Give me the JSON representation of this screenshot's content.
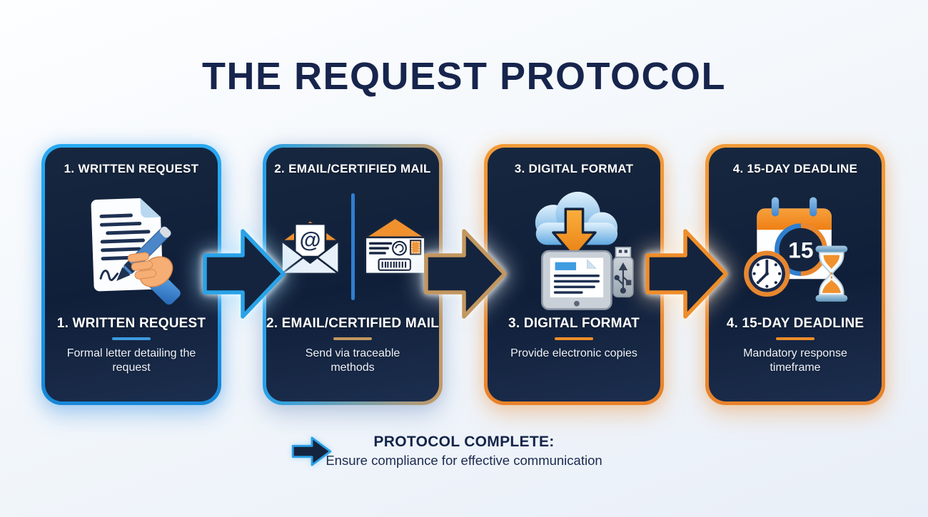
{
  "title": "THE REQUEST PROTOCOL",
  "steps": [
    {
      "header": "1. WRITTEN REQUEST",
      "description": "Formal letter detailing the request",
      "icon": "document-signing-icon",
      "border_color": "#1e9ce8",
      "accent_color": "#3e9ae0"
    },
    {
      "header": "2. EMAIL/CERTIFIED MAIL",
      "description": "Send via traceable methods",
      "icon": "email-and-certified-mail-icon",
      "at_symbol": "@",
      "border_color": "#25a0ea → #c59a66",
      "accent_color": "#c2975f"
    },
    {
      "header": "3. DIGITAL FORMAT",
      "description": "Provide electronic copies",
      "icon": "cloud-download-tablet-usb-icon",
      "border_color": "#ef8d2a",
      "accent_color": "#ef8d2a"
    },
    {
      "header": "4. 15-DAY DEADLINE",
      "description": "Mandatory response timeframe",
      "icon": "calendar-clock-hourglass-icon",
      "calendar_day": "15",
      "border_color": "#ef8d2a",
      "accent_color": "#ef8d2a"
    }
  ],
  "flow_arrows": [
    {
      "icon": "flow-arrow-right-icon",
      "outline_color": "#29a3e8"
    },
    {
      "icon": "flow-arrow-right-icon",
      "outline_color": "#c2975f"
    },
    {
      "icon": "flow-arrow-right-icon",
      "outline_color": "#ef8d2a"
    }
  ],
  "footer": {
    "icon": "arrow-right-icon",
    "heading": "PROTOCOL COMPLETE:",
    "subheading": "Ensure compliance for effective communication"
  },
  "colors": {
    "page_background": "#f3f7fb",
    "title_color": "#17254d",
    "card_background": "#14233e",
    "card_text": "#ffffff",
    "blue_accent": "#219ce8",
    "tan_accent": "#c2975f",
    "orange_accent": "#ef8d2a"
  }
}
